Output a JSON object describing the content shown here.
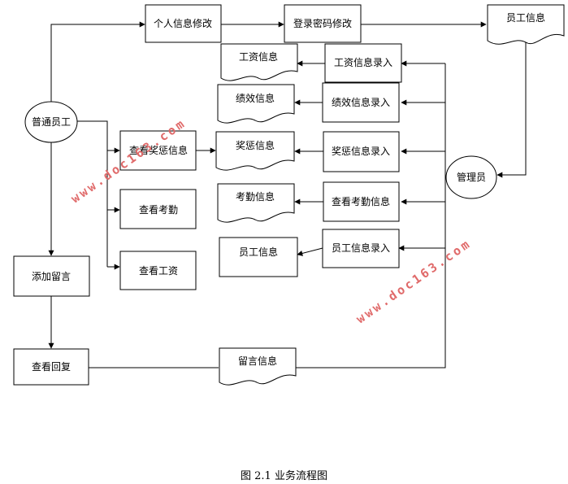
{
  "nodes": {
    "employee": "普通员工",
    "admin": "管理员",
    "personal_edit": "个人信息修改",
    "password_edit": "登录密码修改",
    "emp_info_doc_top": "员工信息",
    "salary_doc": "工资信息",
    "salary_entry": "工资信息录入",
    "perf_doc": "绩效信息",
    "perf_entry": "绩效信息录入",
    "view_reward": "查看奖惩信息",
    "reward_doc": "奖惩信息",
    "reward_entry": "奖惩信息录入",
    "view_attendance": "查看考勤",
    "attendance_doc": "考勤信息",
    "attendance_view": "查看考勤信息",
    "view_salary": "查看工资",
    "emp_info_doc": "员工信息",
    "emp_info_entry": "员工信息录入",
    "add_message": "添加留言",
    "view_reply": "查看回复",
    "message_doc": "留言信息"
  },
  "watermark": "www.doc163.com",
  "caption": "图 2.1  业务流程图"
}
